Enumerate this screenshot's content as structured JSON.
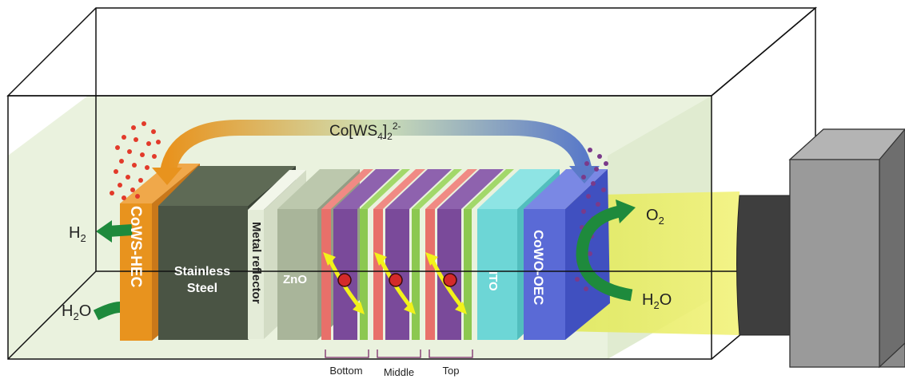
{
  "labels": {
    "complex_base": "Co[WS",
    "complex_sub4": "4",
    "complex_paren": "]",
    "complex_sub2": "2",
    "complex_sup": "2-",
    "h2": "H",
    "h2_sub": "2",
    "o2": "O",
    "o2_sub": "2",
    "h2o_left": "H",
    "h2o_left_sub": "2",
    "h2o_left_o": "O",
    "h2o_right": "H",
    "h2o_right_sub": "2",
    "h2o_right_o": "O",
    "cows_hec": "CoWS-HEC",
    "stainless_1": "Stainless",
    "stainless_2": "Steel",
    "metal_reflector": "Metal reflector",
    "zno": "ZnO",
    "ito": "ITO",
    "cowo_oec": "CoWO-OEC",
    "bottom": "Bottom",
    "middle": "Middle",
    "top": "Top"
  },
  "colors": {
    "cows": "#e8931e",
    "steel": "#4a5444",
    "reflector": "#e4ecd8",
    "zno": "#a9b59a",
    "red_layer": "#e8706a",
    "purple_layer": "#7a4a9a",
    "green_layer": "#8cc850",
    "ito": "#6dd6d6",
    "cowo": "#5a6ad6",
    "water": "#e6f0d8",
    "light_beam": "#eef06a",
    "arrow_green": "#1e8a3c",
    "arrow_yellow": "#f2f21a",
    "h2_bubbles": "#e23a2a",
    "o2_bubbles": "#7a3a8a"
  }
}
